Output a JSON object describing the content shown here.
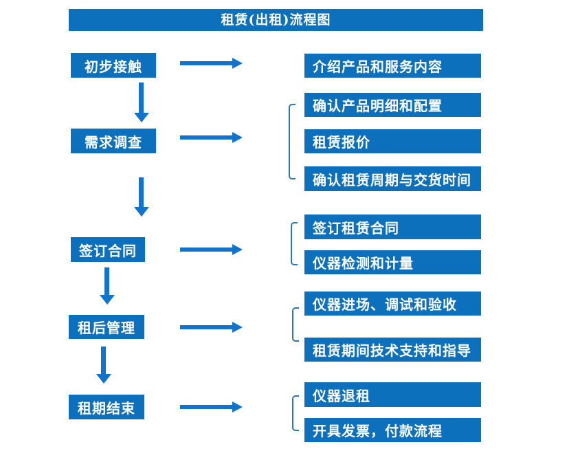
{
  "title": "租赁(出租)流程图",
  "colors": {
    "primary": "#0D70BD",
    "arrow": "#1173CC",
    "bracket": "#2E75B6",
    "text": "#FFFFFF",
    "background": "#FFFFFF"
  },
  "steps": [
    {
      "label": "初步接触"
    },
    {
      "label": "需求调查"
    },
    {
      "label": "签订合同"
    },
    {
      "label": "租后管理"
    },
    {
      "label": "租期结束"
    }
  ],
  "details": [
    {
      "items": [
        "介绍产品和服务内容"
      ]
    },
    {
      "items": [
        "确认产品明细和配置",
        "租赁报价",
        "确认租赁周期与交货时间"
      ]
    },
    {
      "items": [
        "签订租赁合同",
        "仪器检测和计量"
      ]
    },
    {
      "items": [
        "仪器进场、调试和验收",
        "租赁期间技术支持和指导"
      ]
    },
    {
      "items": [
        "仪器退租",
        "开具发票，付款流程"
      ]
    }
  ]
}
